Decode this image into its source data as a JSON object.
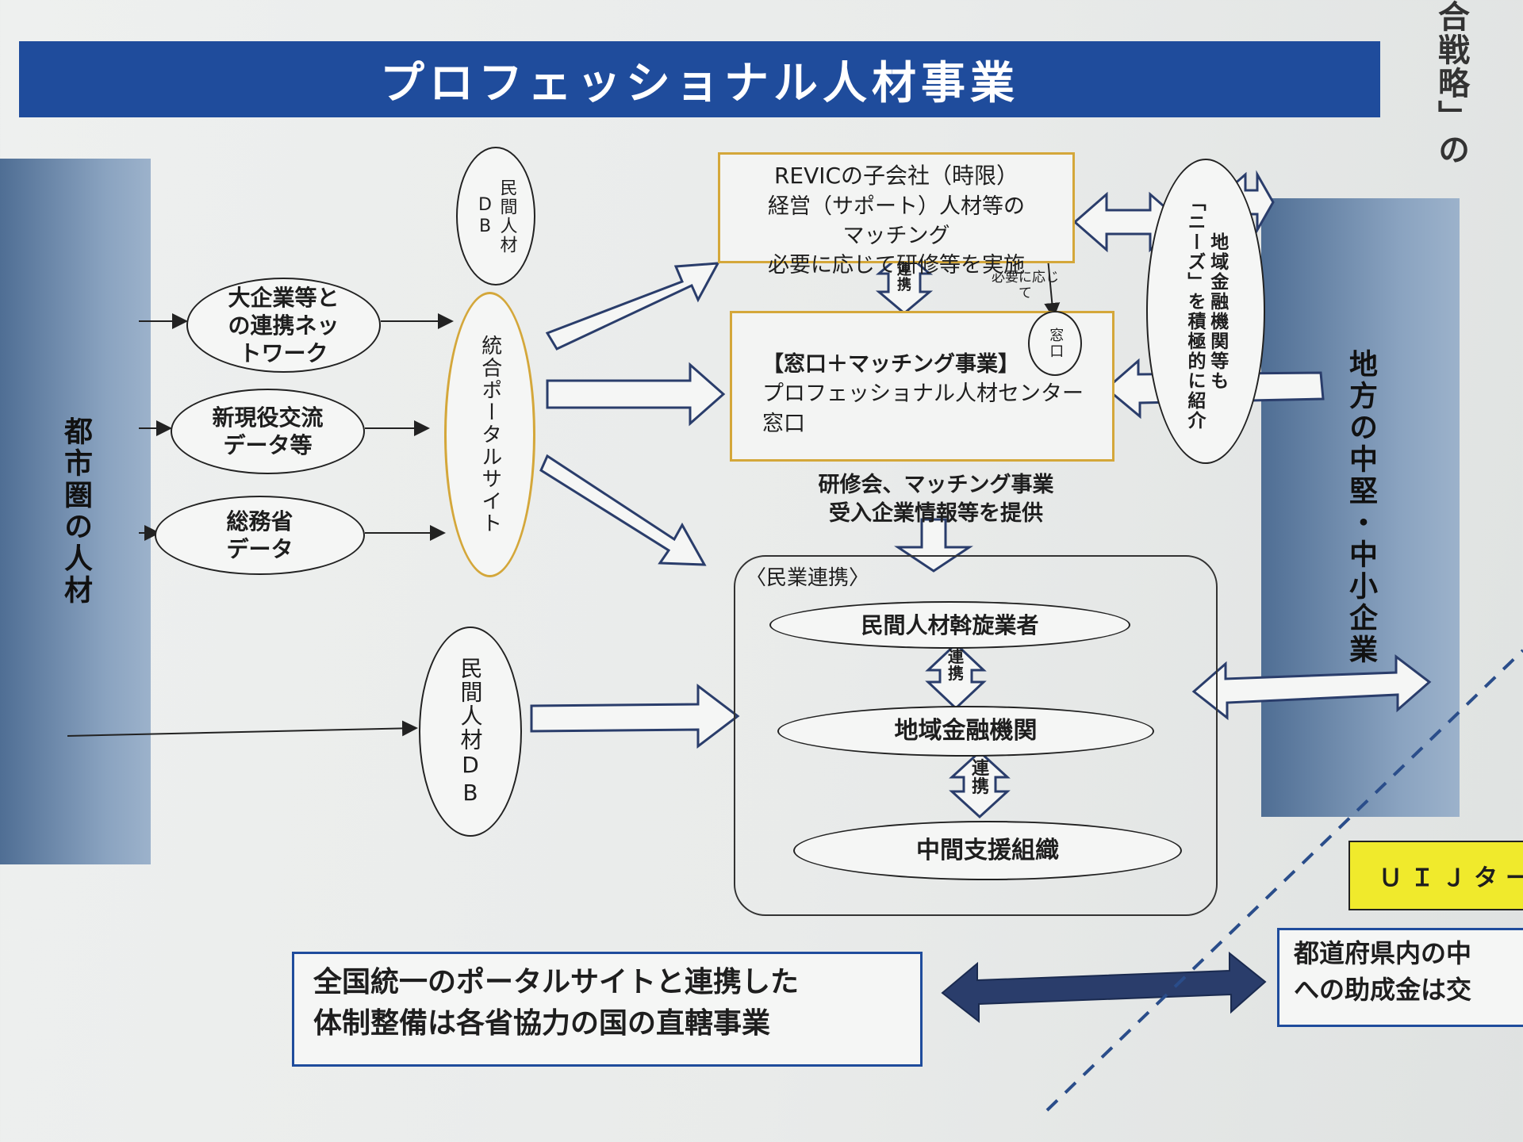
{
  "title": "プロフェッショナル人材事業",
  "left_bar": "都市圏の人材",
  "right_bar": "地方の中堅・中小企業",
  "left_sources": {
    "network": "大企業等と\nの連携ネッ\nトワーク",
    "exchange": "新現役交流\nデータ等",
    "mic": "総務省\nデータ"
  },
  "db_top": "民間人材\nDB",
  "portal": "統合ポータルサイト",
  "db_bottom": "民間人材DB",
  "revic": {
    "line1": "REVICの子会社（時限）",
    "line2": "経営（サポート）人材等の",
    "line3": "マッチング",
    "line4": "必要に応じて研修等を実施"
  },
  "renkei": "連携",
  "hitsuyou": "必要に応じ\nて",
  "madoguchi_small": "窓口",
  "center": {
    "line1": "【窓口＋マッチング事業】",
    "line2": "プロフェッショナル人材センター",
    "line3": "窓口"
  },
  "regional_oval": "地域金融機関等も\n「ニーズ」を積極的に紹介",
  "provide": "研修会、マッチング事業\n受入企業情報等を提供",
  "private_group": {
    "label": "〈民業連携〉",
    "item1": "民間人材斡旋業者",
    "item2": "地域金融機関",
    "item3": "中間支援組織"
  },
  "footer_left": "全国統一のポータルサイトと連携した\n体制整備は各省協力の国の直轄事業",
  "footer_right": "都道府県内の中\nへの助成金は交",
  "uij": "ＵＩＪター",
  "side_cutoff": "合戦略」の",
  "colors": {
    "banner": "#1f4c9c",
    "gold": "#d4a73a",
    "bar": "#6f8aad",
    "yellow": "#f0ea2c",
    "navy": "#2a3d6b"
  }
}
